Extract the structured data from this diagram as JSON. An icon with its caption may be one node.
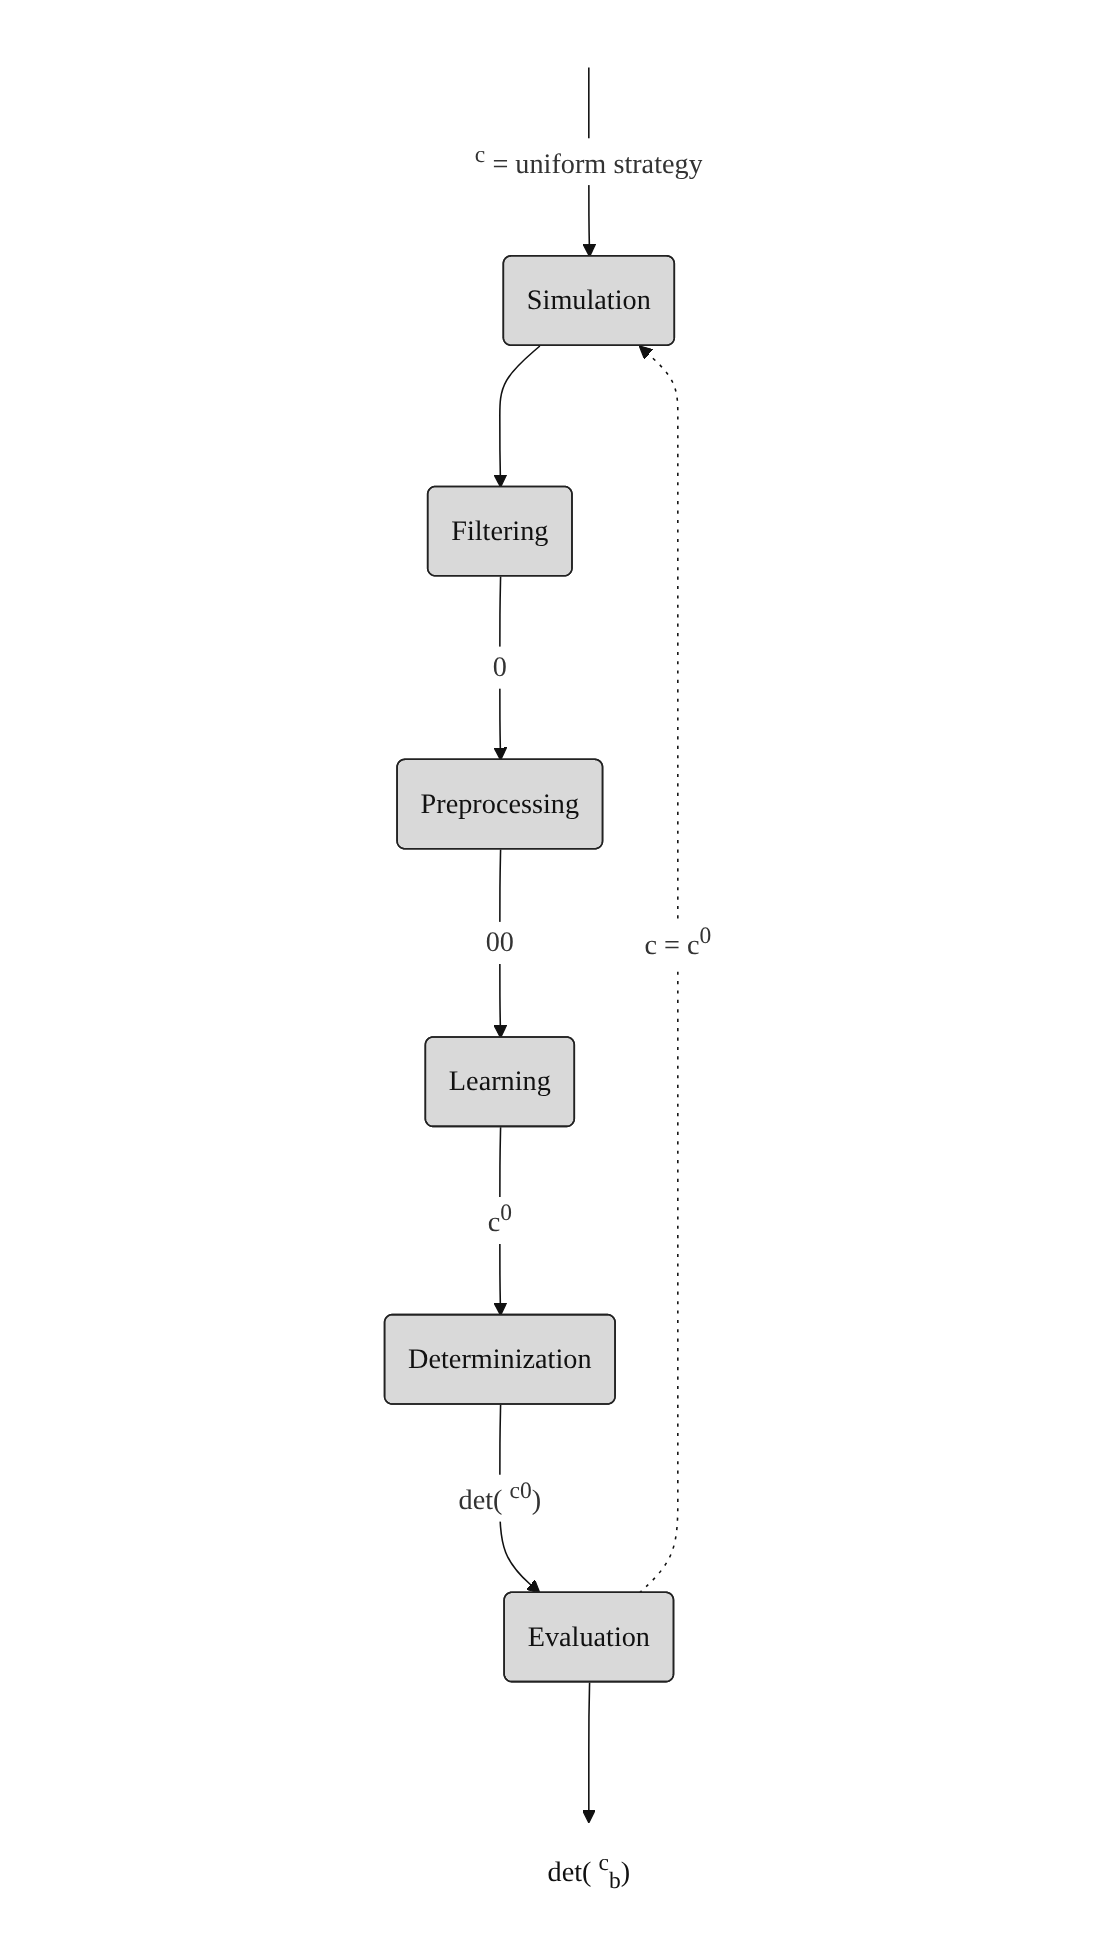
{
  "diagram": {
    "nodes": [
      {
        "text": [
          "Simulation"
        ]
      },
      {
        "text": [
          "Filtering"
        ]
      },
      {
        "text": [
          "Preprocessing"
        ]
      },
      {
        "text": [
          "Learning"
        ]
      },
      {
        "text": [
          "Determinization"
        ]
      },
      {
        "text": [
          "Evaluation"
        ]
      },
      {
        "text": [
          "det( $^{c}$$_{b}$)"
        ]
      }
    ],
    "edges": [
      {
        "from": null,
        "to": 0,
        "arrow": "to",
        "label": "$^{c}$ = uniform strategy"
      },
      {
        "from": 0,
        "to": 1,
        "arrow": "to"
      },
      {
        "from": 1,
        "to": 2,
        "arrow": "to",
        "label": "0"
      },
      {
        "from": 2,
        "to": 3,
        "arrow": "to",
        "label": "00"
      },
      {
        "from": 3,
        "to": 4,
        "arrow": "to",
        "label": "c$^{0}$"
      },
      {
        "from": 4,
        "to": 5,
        "arrow": "to",
        "label": "det( $^{c}$$^{0}$)"
      },
      {
        "from": 5,
        "to": 6,
        "arrow": "to"
      },
      {
        "from": 5,
        "to": 0,
        "arrow": "to",
        "label": "c = c$^{0}$",
        "style": "dashed"
      }
    ]
  }
}
